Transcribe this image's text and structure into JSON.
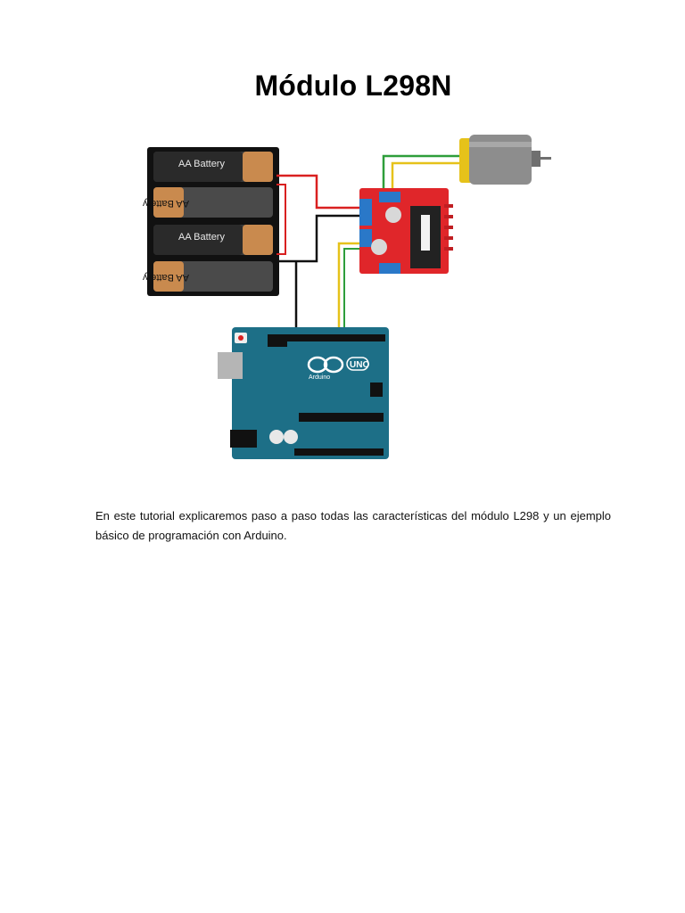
{
  "document": {
    "title": "Módulo L298N",
    "paragraph": "En este tutorial explicaremos paso a paso todas las características del módulo L298 y un ejemplo básico de programación con Arduino."
  },
  "figure": {
    "battery_label": "AA Battery",
    "arduino_logo_text": "UNO",
    "arduino_brand": "Arduino",
    "colors": {
      "wire_red": "#d92020",
      "wire_black": "#111111",
      "wire_green": "#2e9e3a",
      "wire_yellow": "#e6c21a",
      "board_red": "#e0262a",
      "arduino_blue": "#1d6f87",
      "battery_copper": "#c98a4e"
    },
    "icons": [
      "battery-holder-icon",
      "dc-motor-icon",
      "l298n-module-icon",
      "arduino-uno-icon"
    ]
  }
}
